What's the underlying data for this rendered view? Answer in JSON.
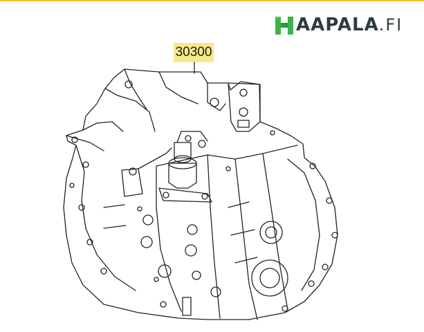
{
  "brand": {
    "name": "AAPALA",
    "tld": ".FI",
    "logo_icon": "h-logo-icon",
    "accent_color": "#3cb44a",
    "text_color": "#2f3b40"
  },
  "callout": {
    "part_number": "30300",
    "highlight_color": "#f7e88a"
  },
  "top_rule_color": "#f2c230"
}
